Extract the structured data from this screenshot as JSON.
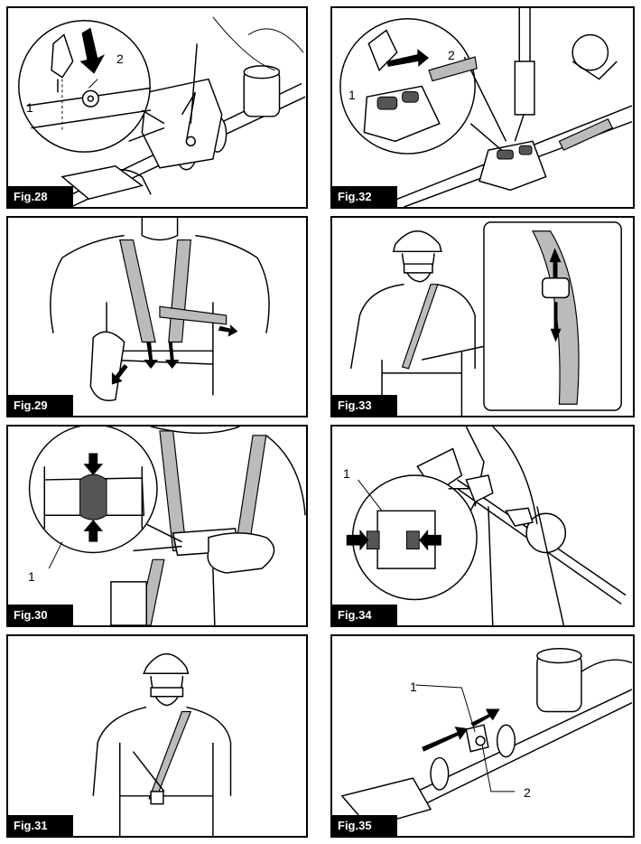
{
  "figures": [
    {
      "id": "fig28",
      "label": "Fig.28",
      "callouts": [
        "1",
        "2"
      ]
    },
    {
      "id": "fig32",
      "label": "Fig.32",
      "callouts": [
        "1",
        "2"
      ]
    },
    {
      "id": "fig29",
      "label": "Fig.29",
      "callouts": []
    },
    {
      "id": "fig33",
      "label": "Fig.33",
      "callouts": []
    },
    {
      "id": "fig30",
      "label": "Fig.30",
      "callouts": [
        "1"
      ]
    },
    {
      "id": "fig34",
      "label": "Fig.34",
      "callouts": [
        "1"
      ]
    },
    {
      "id": "fig31",
      "label": "Fig.31",
      "callouts": []
    },
    {
      "id": "fig35",
      "label": "Fig.35",
      "callouts": [
        "1",
        "2"
      ]
    }
  ],
  "icons": [
    "hook-icon",
    "harness-icon",
    "buckle-icon",
    "strap-adjuster-icon",
    "arrow-icon",
    "trimmer-icon"
  ]
}
